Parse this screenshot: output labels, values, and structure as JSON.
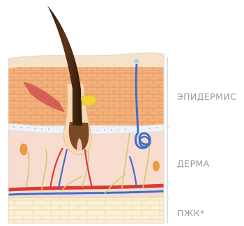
{
  "labels": {
    "epidermis": "ЭПИДЕРМИС",
    "dermis": "ДЕРМА",
    "hypodermis": "ПЖК*"
  },
  "colors": {
    "epidermis_top": "#f6e2c8",
    "epidermis_cells": "#f2b27c",
    "cell_lines": "#e5915a",
    "dermis": "#f8dcd0",
    "hypodermis": "#fbf0d4",
    "fat_lines": "#ead9a8",
    "hair": "#4a2a14",
    "bulb": "#7b4a22",
    "nerve": "#c9cd72",
    "vessel_blue": "#3f6fc8",
    "vessel_red": "#d93a33",
    "muscle": "#d9605a",
    "gland_yellow": "#f2d23a",
    "label_text": "#9b9b9b",
    "bracket": "#bdbdbd"
  },
  "icons": [
    "hair-follicle",
    "sebaceous-gland",
    "arrector-pili-muscle",
    "sweat-gland",
    "blood-vessel",
    "nerve-fiber",
    "fat-cells"
  ]
}
